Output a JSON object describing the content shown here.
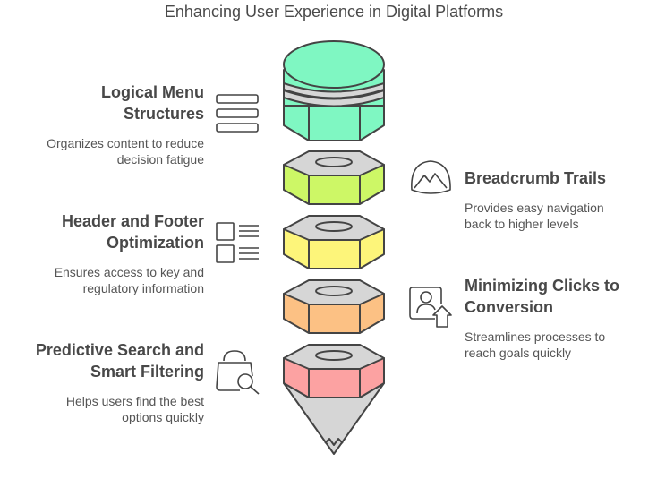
{
  "title": "Enhancing User Experience in Digital Platforms",
  "items": [
    {
      "title": "Logical Menu Structures",
      "desc": "Organizes content to reduce decision fatigue",
      "icon": "menu-lines-icon",
      "side": "left",
      "color": "#7ff7c2"
    },
    {
      "title": "Breadcrumb Trails",
      "desc": "Provides easy navigation back to higher levels",
      "icon": "mountain-icon",
      "side": "right",
      "color": "#cdf766"
    },
    {
      "title": "Header and Footer Optimization",
      "desc": "Ensures access to key and regulatory information",
      "icon": "list-layout-icon",
      "side": "left",
      "color": "#fdf57a"
    },
    {
      "title": "Minimizing Clicks to Conversion",
      "desc": "Streamlines processes to reach goals quickly",
      "icon": "user-upload-icon",
      "side": "right",
      "color": "#fcc184"
    },
    {
      "title": "Predictive Search and Smart Filtering",
      "desc": "Helps users find the best options quickly",
      "icon": "bag-search-icon",
      "side": "left",
      "color": "#fca2a2"
    }
  ]
}
